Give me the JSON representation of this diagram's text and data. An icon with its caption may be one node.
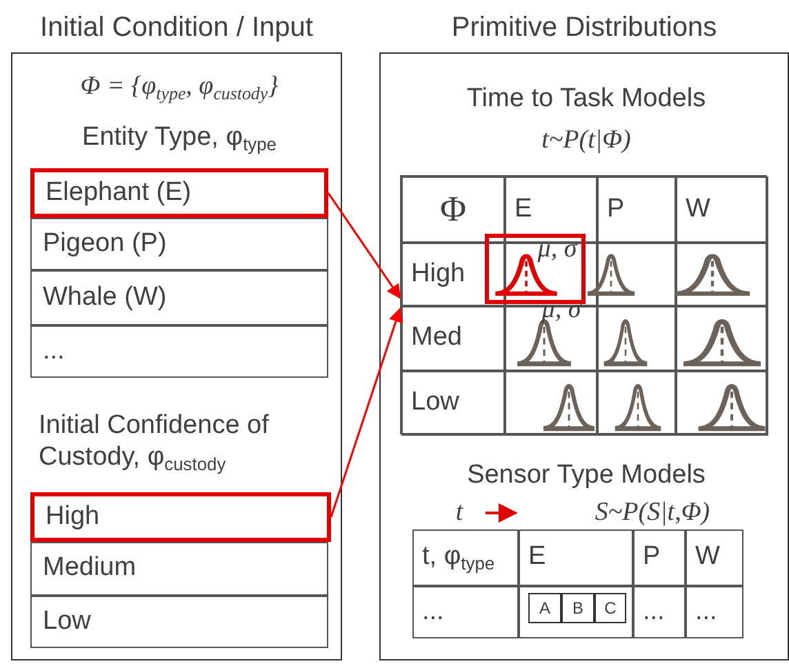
{
  "diagram": {
    "nodes": [
      {
        "text": [
          "Initial Condition / Input"
        ]
      },
      {
        "text": [
          "Elephant (E)"
        ],
        "in": 0
      },
      {
        "text": [
          "Pigeon (P)"
        ],
        "in": 0
      },
      {
        "text": [
          "Whale (W)"
        ],
        "in": 0
      },
      {
        "text": [
          "..."
        ],
        "in": 0
      },
      {
        "text": [
          "High"
        ],
        "in": 0
      },
      {
        "text": [
          "Medium"
        ],
        "in": 0
      },
      {
        "text": [
          "Low"
        ],
        "in": 0
      },
      {
        "text": [
          "Primitive Distributions"
        ]
      },
      {
        "text": [],
        "shape": "box",
        "in": 8
      }
    ],
    "edges": [
      {
        "from": 1,
        "to": 9,
        "arrow": "to",
        "color": "#ff0000"
      },
      {
        "from": 5,
        "to": 9,
        "arrow": "to",
        "color": "#ff0000"
      }
    ],
    "labels": [
      "Φ = {φ$_{type}$, φ$_{custody}$}",
      "Entity Type, φ$_{type}$",
      "Initial Confidence of Custody, φ$_{custody}$",
      "Time to Task Models",
      "t~P(t|Φ)",
      "Φ",
      "E",
      "P",
      "W",
      "High",
      "Med",
      "Low",
      "μ, σ",
      "μ, σ",
      "Sensor Type Models",
      "t",
      "S~P(S|t,Φ)",
      "t, φ$_{type}$",
      "E",
      "P",
      "W",
      "...",
      "A",
      "B",
      "C",
      "...",
      "..."
    ]
  }
}
